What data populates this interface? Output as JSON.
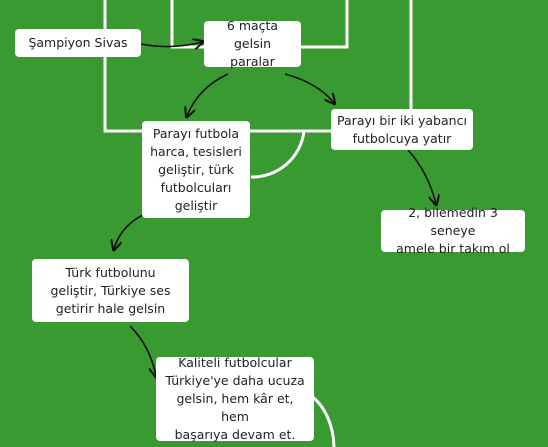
{
  "colors": {
    "field": "#3a9a32",
    "lines": "#ffffff",
    "arrow": "#111111",
    "box_bg": "#ffffff",
    "box_text": "#222222"
  },
  "nodes": {
    "champion": "Şampiyon Sivas",
    "six_games": "6 maçta\ngelsin  paralar",
    "spend_football": "Parayı futbola\nharca, tesisleri\ngeliştir, türk\nfutbolcuları\ngeliştir",
    "foreign_players": "Parayı bir iki yabancı\nfutbolcuya yatır",
    "amateur_team": "2, bilemedin 3 seneye\namele bir takım ol",
    "develop_turkish": "Türk futbolunu\ngeliştir, Türkiye ses\ngetirir hale gelsin",
    "quality_players": "Kaliteli futbolcular\nTürkiye'ye daha ucuza\ngelsin, hem kâr et, hem\nbaşarıya devam et."
  }
}
